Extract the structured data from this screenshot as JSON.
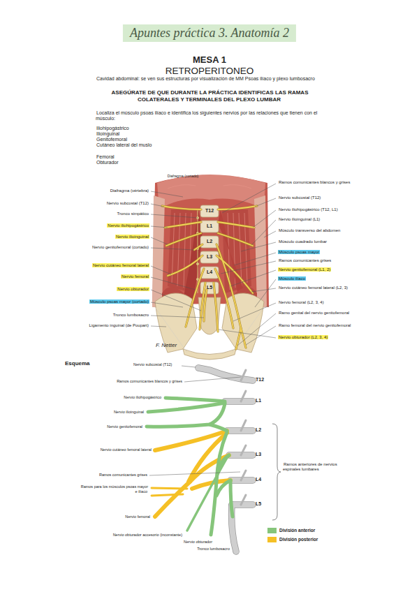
{
  "diagram": {
    "title": "Apuntes práctica 3. Anatomía 2",
    "labels": [
      "MESA 1",
      "RETROPERITONEO",
      "Cavidad abdominal: se ven sus estructuras por visualización de MM Psoas ilíaco y plexo lumbosacro",
      "ASEGÚRATE DE QUE DURANTE LA PRÁCTICA IDENTIFICAS LAS RAMAS COLATERALES Y TERMINALES DEL PLEXO LUMBAR",
      "Localiza el músculo psoas ilíaco e identifica los siguientes nervios por las relaciones que tienen con el músculo:",
      "Iliohipogástrico",
      "Ilioinguinal",
      "Genitofemoral",
      "Cutáneo lateral del muslo",
      "Femoral",
      "Obturador",
      "Diafragma (cortado)",
      "Diafragma (vértebra)",
      "Nervio subcostal (T12)",
      "Tronco simpático",
      "Nervio iliohipogástrico",
      "Nervio ilioinguinal",
      "Nervio genitofemoral (cortado)",
      "Nervio cutáneo femoral lateral",
      "Nervio femoral",
      "Nervio obturador",
      "Músculo psoas mayor (cortado)",
      "Tronco lumbosacro",
      "Ligamento inguinal (de Poupart)",
      "Ramos comunicantes blancos y grises",
      "Nervio subcostal (T12)",
      "Nervio iliohipogástrico (T12, L1)",
      "Nervio ilioinguinal (L1)",
      "Músculo transverso del abdomen",
      "Músculo cuadrado lumbar",
      "Músculo psoas mayor",
      "Ramos comunicantes grises",
      "Nervio genitofemoral (L1, 2)",
      "Músculo ilíaco",
      "Nervio cutáneo femoral lateral (L2, 3)",
      "Nervio femoral (L2, 3, 4)",
      "Ramo genital del nervio genitofemoral",
      "Ramo femoral del nervio genitofemoral",
      "Nervio obturador (L2, 3, 4)",
      "T12",
      "L1",
      "L2",
      "L3",
      "L4",
      "L5",
      "F. Netter",
      "Esquema",
      "Nervio subcostal (T12)",
      "Ramos comunicantes blancos y grises",
      "Nervio iliohipogástrico",
      "Nervio ilioinguinal",
      "Nervio genitofemoral",
      "Nervio cutáneo femoral lateral",
      "Ramos comunicantes grises",
      "Ramos para los músculos psoas mayor e ilíaco",
      "Nervio femoral",
      "Nervio obturador accesorio (inconstante)",
      "Nervio obturador",
      "Tronco lumbosacro",
      "T12",
      "L1",
      "L2",
      "L3",
      "L4",
      "L5",
      "Ramos anteriores de nervios espinales lumbares"
    ],
    "legend": [
      {
        "text": "División anterior",
        "color": "#86c57b"
      },
      {
        "text": "División posterior",
        "color": "#f5c026"
      }
    ]
  }
}
